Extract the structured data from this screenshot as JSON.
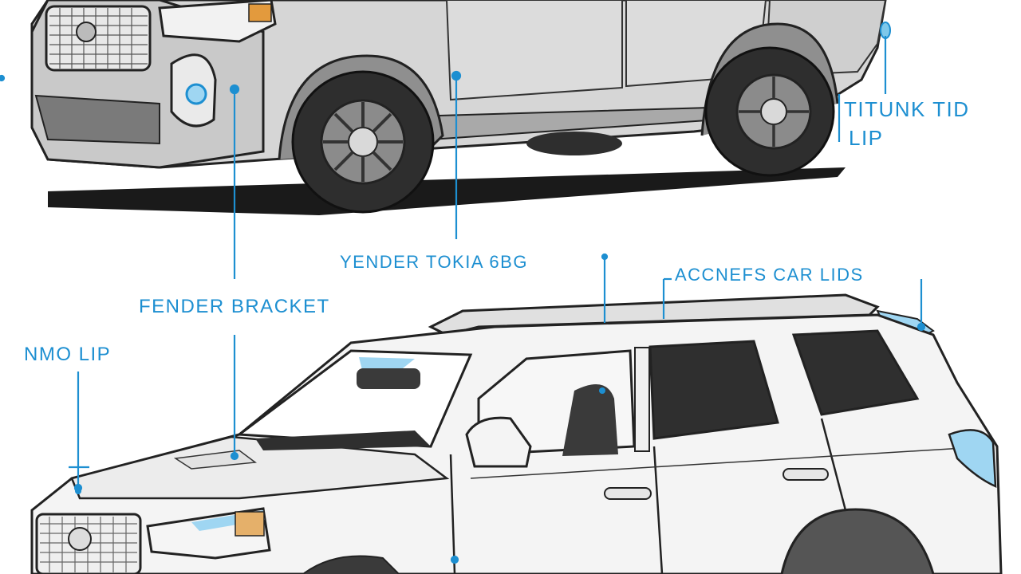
{
  "callouts": {
    "trunk_lid_line1": "TITUNK TID",
    "trunk_lid_line2": "LIP",
    "fender_tokia": "YENDER TOKIA 6BG",
    "accents_car_lids": "ACCNEFS CAR LIDS",
    "fender_bracket": "FENDER BRACKET",
    "nmo_lip": "NMO LIP"
  },
  "colors": {
    "callout_blue": "#1d8fd1",
    "accent_blue": "#7fc8ea",
    "body_gray": "#d4d4d4",
    "body_white": "#f4f4f4",
    "outline": "#222222"
  }
}
